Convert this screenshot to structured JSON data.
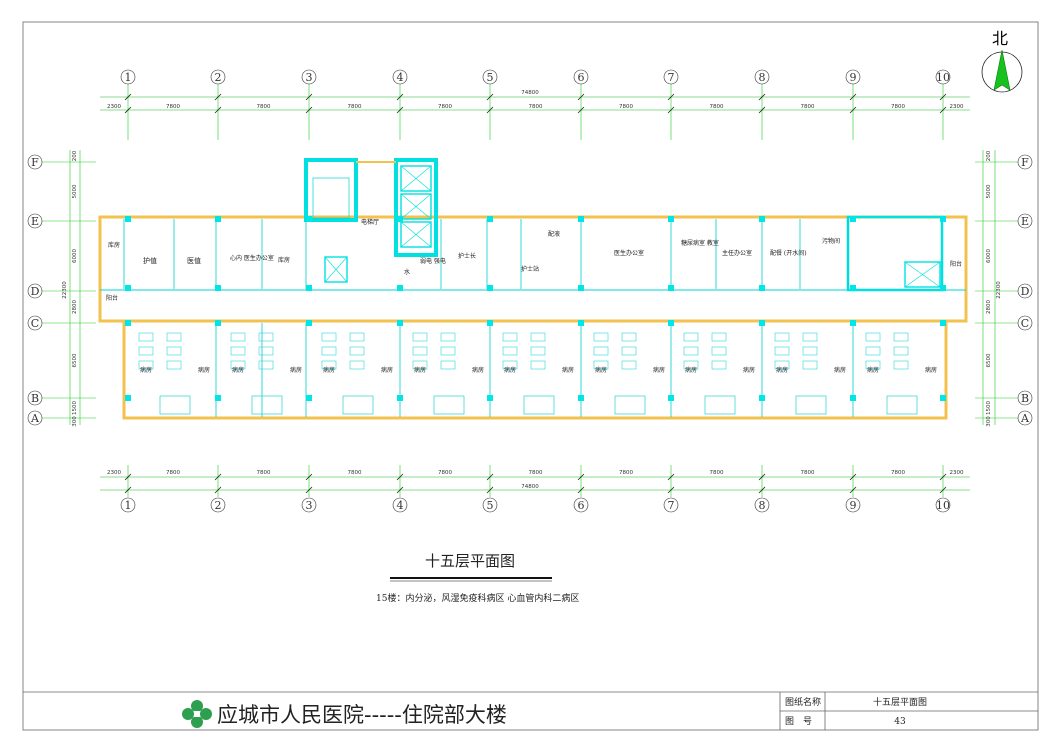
{
  "north_label": "北",
  "axes": {
    "columns": [
      "1",
      "2",
      "3",
      "4",
      "5",
      "6",
      "7",
      "8",
      "9",
      "10"
    ],
    "rows": [
      "F",
      "E",
      "D",
      "C",
      "B",
      "A"
    ]
  },
  "dimensions": {
    "total": "74800",
    "segments": [
      "2300",
      "7800",
      "7800",
      "7800",
      "7800",
      "7800",
      "7800",
      "7800",
      "7800",
      "7800",
      "2300"
    ],
    "vertical_segments": [
      "200",
      "5000",
      "6000",
      "2800",
      "6500",
      "1500",
      "300"
    ],
    "vertical_total": "22300"
  },
  "rooms": {
    "north": [
      {
        "name": "库房"
      },
      {
        "name": "护值"
      },
      {
        "name": "医值"
      },
      {
        "name": "心内\n医生办公室"
      },
      {
        "name": "库房"
      },
      {
        "name": "电梯厅"
      },
      {
        "name": "水"
      },
      {
        "name": "弱电\n强电"
      },
      {
        "name": "护士长"
      },
      {
        "name": "配液"
      },
      {
        "name": "护士站"
      },
      {
        "name": "医生办公室"
      },
      {
        "name": "糖尿病室\n教室"
      },
      {
        "name": "主任办公室"
      },
      {
        "name": "配餐\n(开水间)"
      },
      {
        "name": "污物间"
      },
      {
        "name": "阳台"
      },
      {
        "name": "阳台"
      }
    ],
    "ward_label": "病房"
  },
  "title": "十五层平面图",
  "subtitle": "15楼：内分泌，风湿免疫科病区  心血管内科二病区",
  "title_block": {
    "hospital": "应城市人民医院-----住院部大楼",
    "drawing_name_label": "图纸名称",
    "drawing_name_value": "十五层平面图",
    "drawing_no_label": "图　号",
    "drawing_no_value": "43"
  },
  "colors": {
    "axis_green": "#22cc22",
    "wall_yellow": "#f2c14e",
    "column_cyan": "#00e5e5",
    "logo_green": "#2e9e4f",
    "frame": "#555555"
  }
}
